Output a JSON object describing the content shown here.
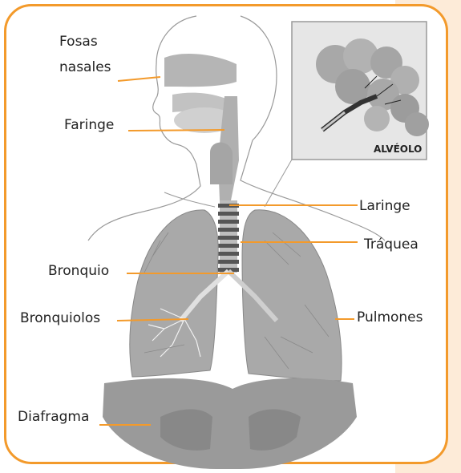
{
  "labels": {
    "fosas_line1": "Fosas",
    "fosas_line2": "nasales",
    "faringe": "Faringe",
    "laringe": "Laringe",
    "traquea": "Tráquea",
    "bronquio": "Bronquio",
    "bronquiolos": "Bronquiolos",
    "pulmones": "Pulmones",
    "diafragma": "Diafragma",
    "alveolo": "ALVÉOLO"
  },
  "colors": {
    "frame": "#f39a2b",
    "leader_line": "#f39a2b",
    "side_strip": "#fdebd8",
    "organ_gray": "#a9a9a9",
    "diaphragm_gray": "#9a9a9a"
  },
  "icons": [
    "respiratory-system-illustration",
    "alveolus-inset-illustration"
  ]
}
